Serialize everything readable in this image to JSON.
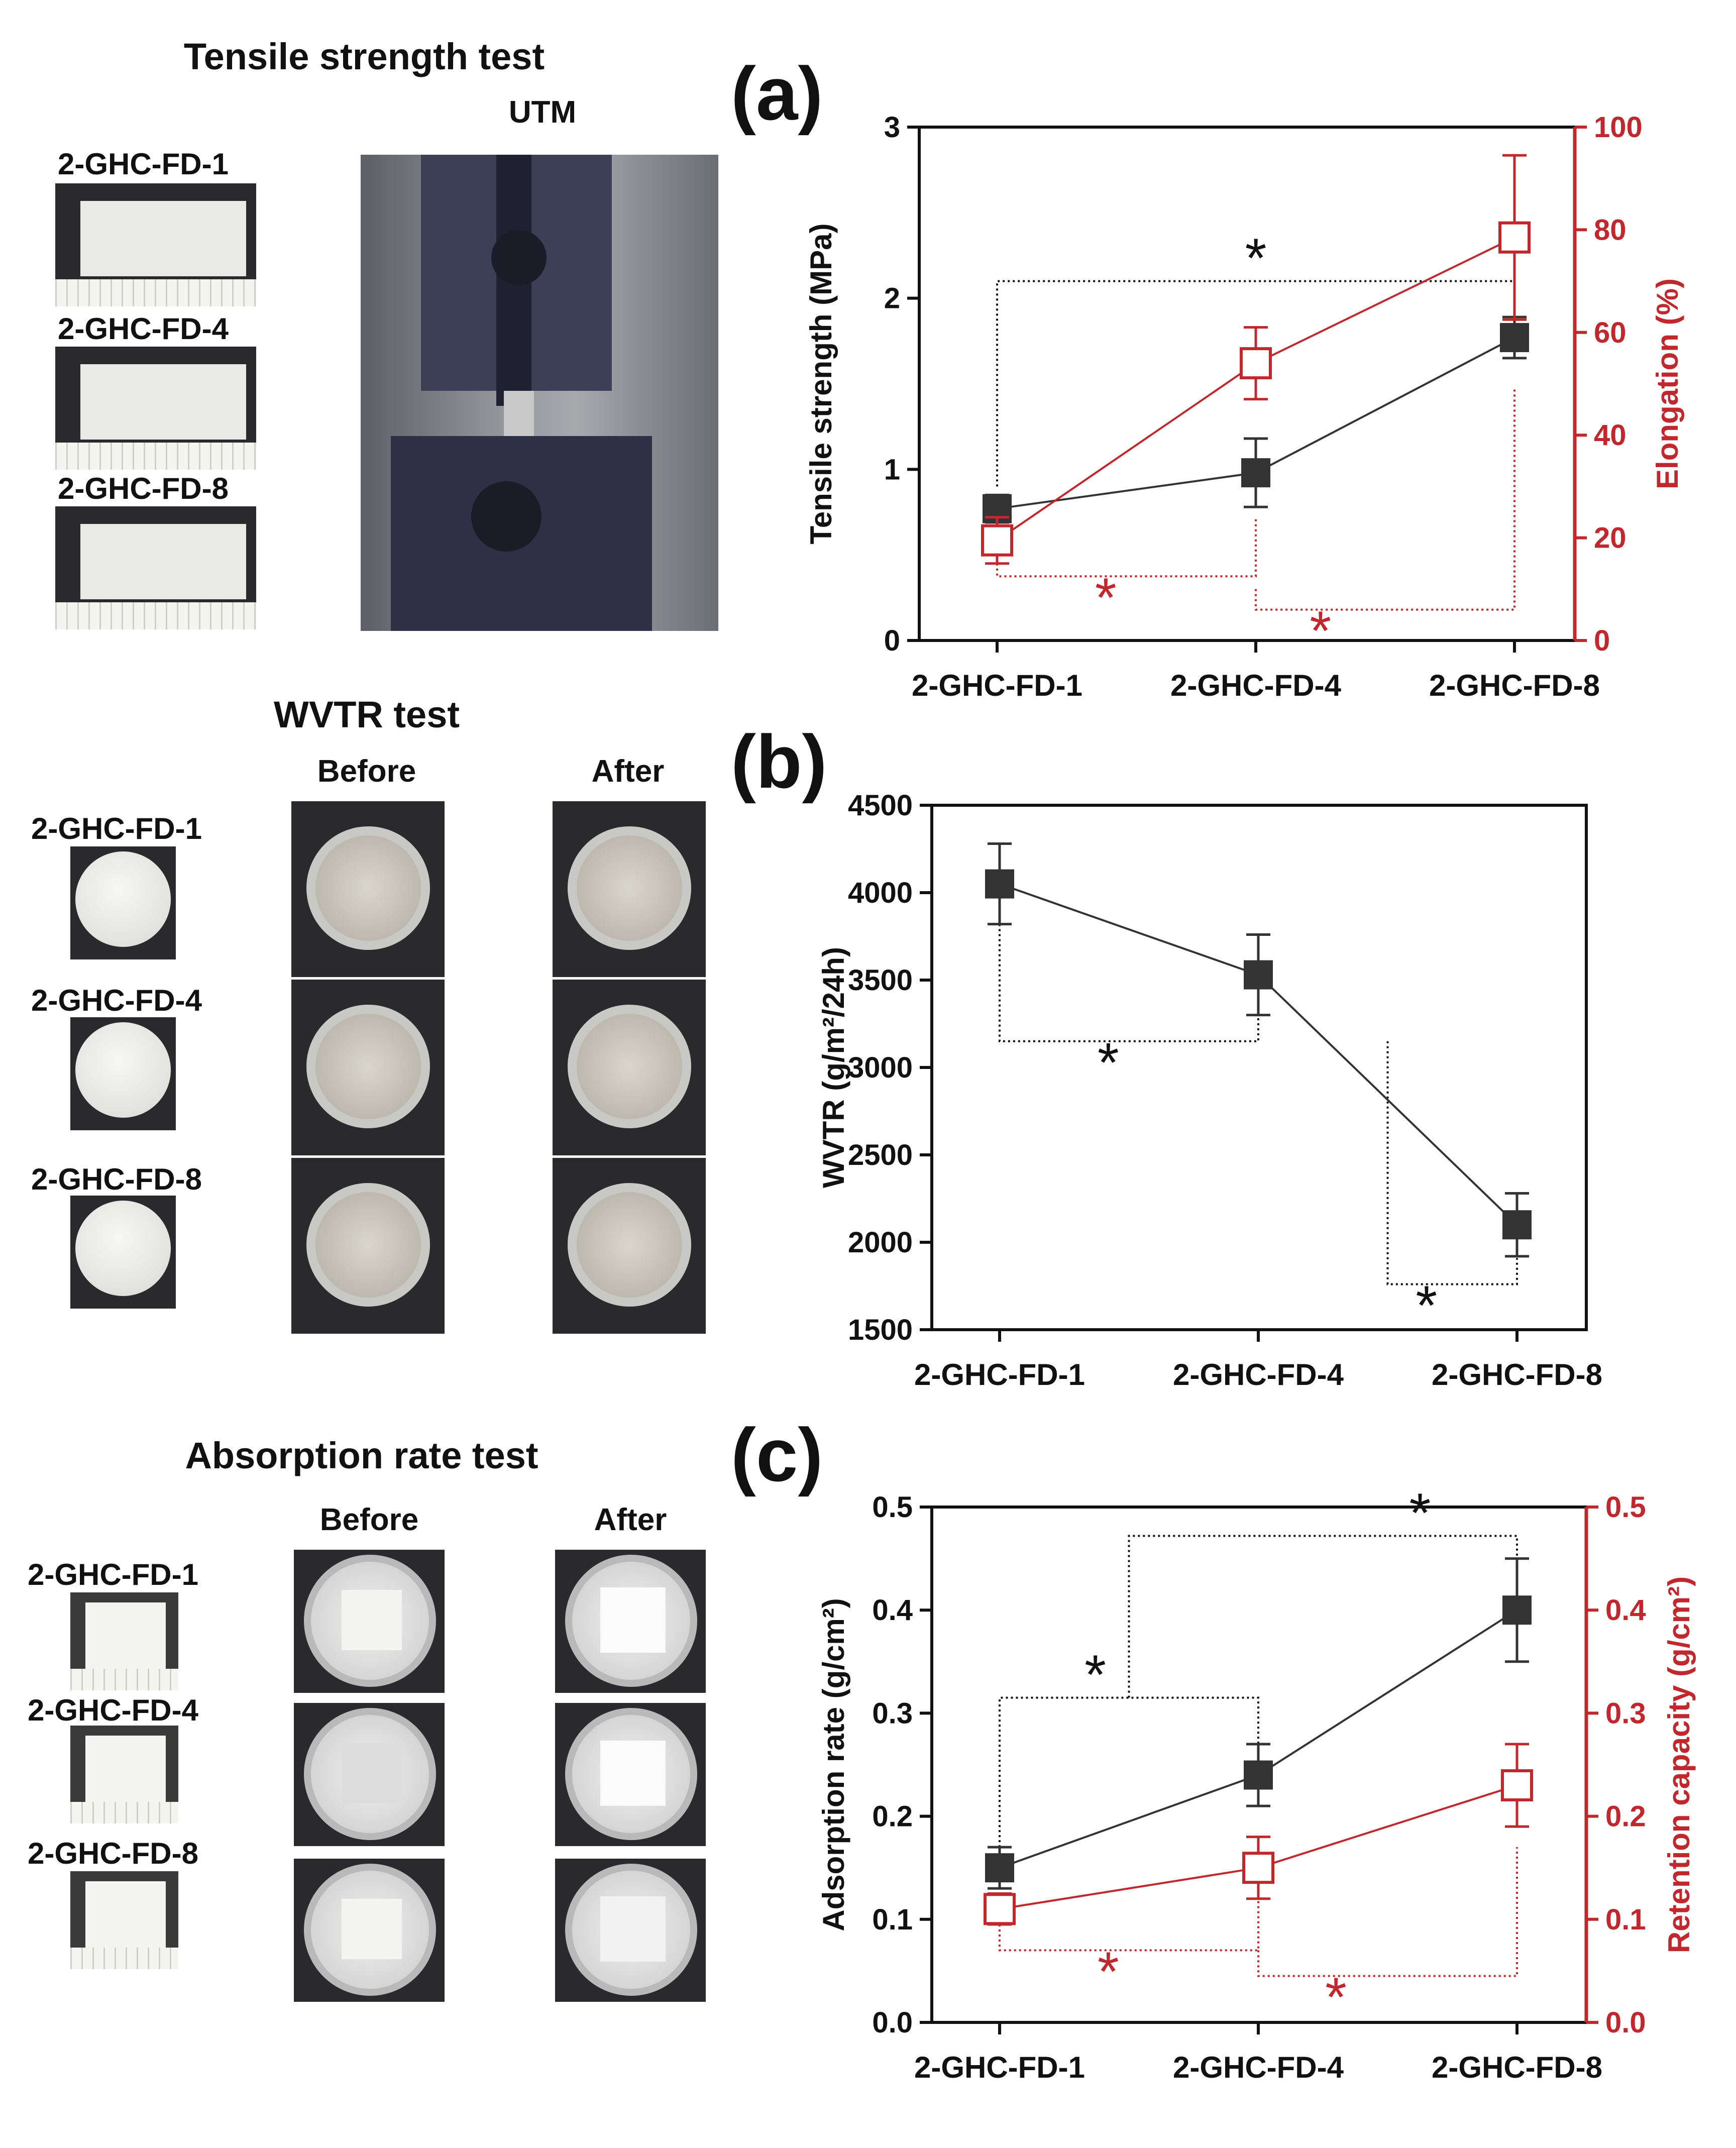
{
  "tensile": {
    "title": "Tensile strength test",
    "utm_label": "UTM",
    "samples": [
      "2-GHC-FD-1",
      "2-GHC-FD-4",
      "2-GHC-FD-8"
    ]
  },
  "wvtr": {
    "title": "WVTR test",
    "before": "Before",
    "after": "After",
    "samples": [
      "2-GHC-FD-1",
      "2-GHC-FD-4",
      "2-GHC-FD-8"
    ]
  },
  "absorption": {
    "title": "Absorption rate test",
    "before": "Before",
    "after": "After",
    "samples": [
      "2-GHC-FD-1",
      "2-GHC-FD-4",
      "2-GHC-FD-8"
    ]
  },
  "significance_mark": "*",
  "colors": {
    "black_series": "#333333",
    "red_series": "#c0282d",
    "frame": "#111111"
  },
  "chart_data": [
    {
      "panel": "(a)",
      "type": "line",
      "categories": [
        "2-GHC-FD-1",
        "2-GHC-FD-4",
        "2-GHC-FD-8"
      ],
      "ylabel": "Tensile strength (MPa)",
      "ylim": [
        0,
        3
      ],
      "yticks": [
        0,
        1,
        2,
        3
      ],
      "y2label": "Elongation (%)",
      "y2lim": [
        0,
        100
      ],
      "y2ticks": [
        0,
        20,
        40,
        60,
        80,
        100
      ],
      "series": [
        {
          "axis": "left",
          "color": "#333333",
          "marker": "filled-square",
          "values": [
            0.77,
            0.98,
            1.77
          ],
          "errors": [
            0.08,
            0.2,
            0.12
          ]
        },
        {
          "axis": "right",
          "color": "#c0282d",
          "marker": "open-square",
          "values": [
            19.5,
            54,
            78.5
          ],
          "errors": [
            4.5,
            7,
            16
          ]
        }
      ]
    },
    {
      "panel": "(b)",
      "type": "line",
      "categories": [
        "2-GHC-FD-1",
        "2-GHC-FD-4",
        "2-GHC-FD-8"
      ],
      "ylabel": "WVTR (g/m²/24h)",
      "ylim": [
        1500,
        4500
      ],
      "yticks": [
        1500,
        2000,
        2500,
        3000,
        3500,
        4000,
        4500
      ],
      "series": [
        {
          "axis": "left",
          "color": "#333333",
          "marker": "filled-square",
          "values": [
            4050,
            3530,
            2100
          ],
          "errors": [
            230,
            230,
            180
          ]
        }
      ]
    },
    {
      "panel": "(c)",
      "type": "line",
      "categories": [
        "2-GHC-FD-1",
        "2-GHC-FD-4",
        "2-GHC-FD-8"
      ],
      "ylabel": "Adsorption rate (g/cm²)",
      "ylim": [
        0,
        0.5
      ],
      "yticks": [
        0.0,
        0.1,
        0.2,
        0.3,
        0.4,
        0.5
      ],
      "y2label": "Retention capacity (g/cm²)",
      "y2lim": [
        0,
        0.5
      ],
      "y2ticks": [
        0.0,
        0.1,
        0.2,
        0.3,
        0.4,
        0.5
      ],
      "series": [
        {
          "axis": "left",
          "color": "#333333",
          "marker": "filled-square",
          "values": [
            0.15,
            0.24,
            0.4
          ],
          "errors": [
            0.02,
            0.03,
            0.05
          ]
        },
        {
          "axis": "right",
          "color": "#c0282d",
          "marker": "open-square",
          "values": [
            0.11,
            0.15,
            0.23
          ],
          "errors": [
            0.015,
            0.03,
            0.04
          ]
        }
      ]
    }
  ]
}
